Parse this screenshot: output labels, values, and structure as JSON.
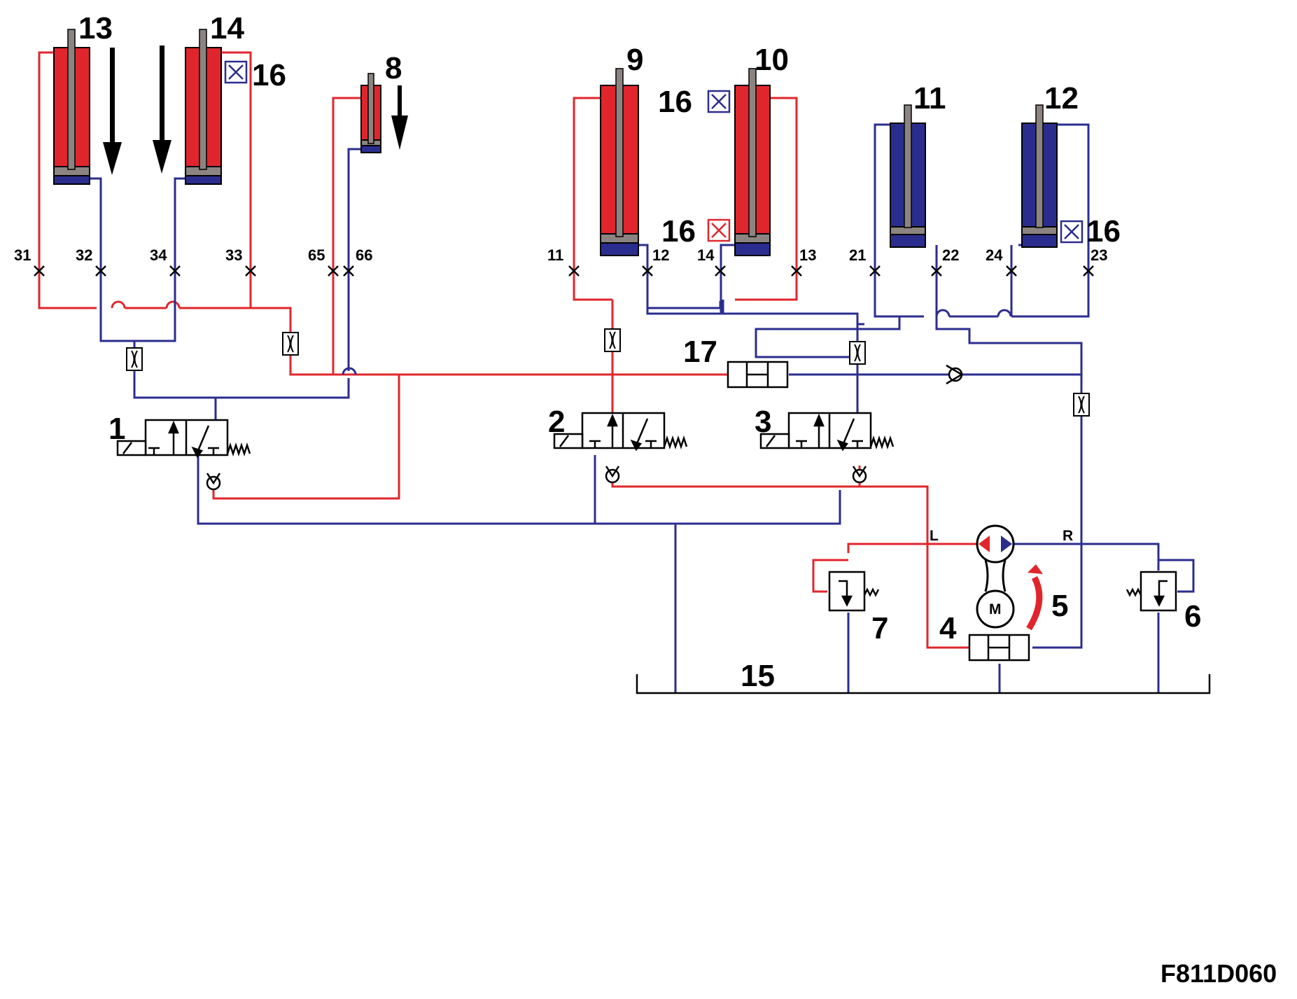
{
  "colors": {
    "pressure_line": "#e0262c",
    "return_line": "#2b2d8e",
    "piston_rod": "#8c8480",
    "outline": "#000000"
  },
  "components": {
    "cyl_13": "13",
    "cyl_14": "14",
    "cyl_8": "8",
    "cyl_9": "9",
    "cyl_10": "10",
    "cyl_11": "11",
    "cyl_12": "12",
    "sensor_a": "16",
    "sensor_b": "16",
    "sensor_c": "16",
    "sensor_d": "16",
    "accumulator": "17",
    "valve_1": "1",
    "valve_2": "2",
    "valve_3": "3",
    "valve_4": "4",
    "motor_5": "5",
    "relief_6": "6",
    "relief_7": "7",
    "tank": "15"
  },
  "ports": {
    "p31": "31",
    "p32": "32",
    "p34": "34",
    "p33": "33",
    "p65": "65",
    "p66": "66",
    "p11": "11",
    "p12": "12",
    "p14": "14",
    "p13": "13",
    "p21": "21",
    "p22": "22",
    "p24": "24",
    "p23": "23"
  },
  "pump_ports": {
    "left": "L",
    "right": "R"
  },
  "motor_symbol": "M",
  "drawing_code": "F811D060"
}
